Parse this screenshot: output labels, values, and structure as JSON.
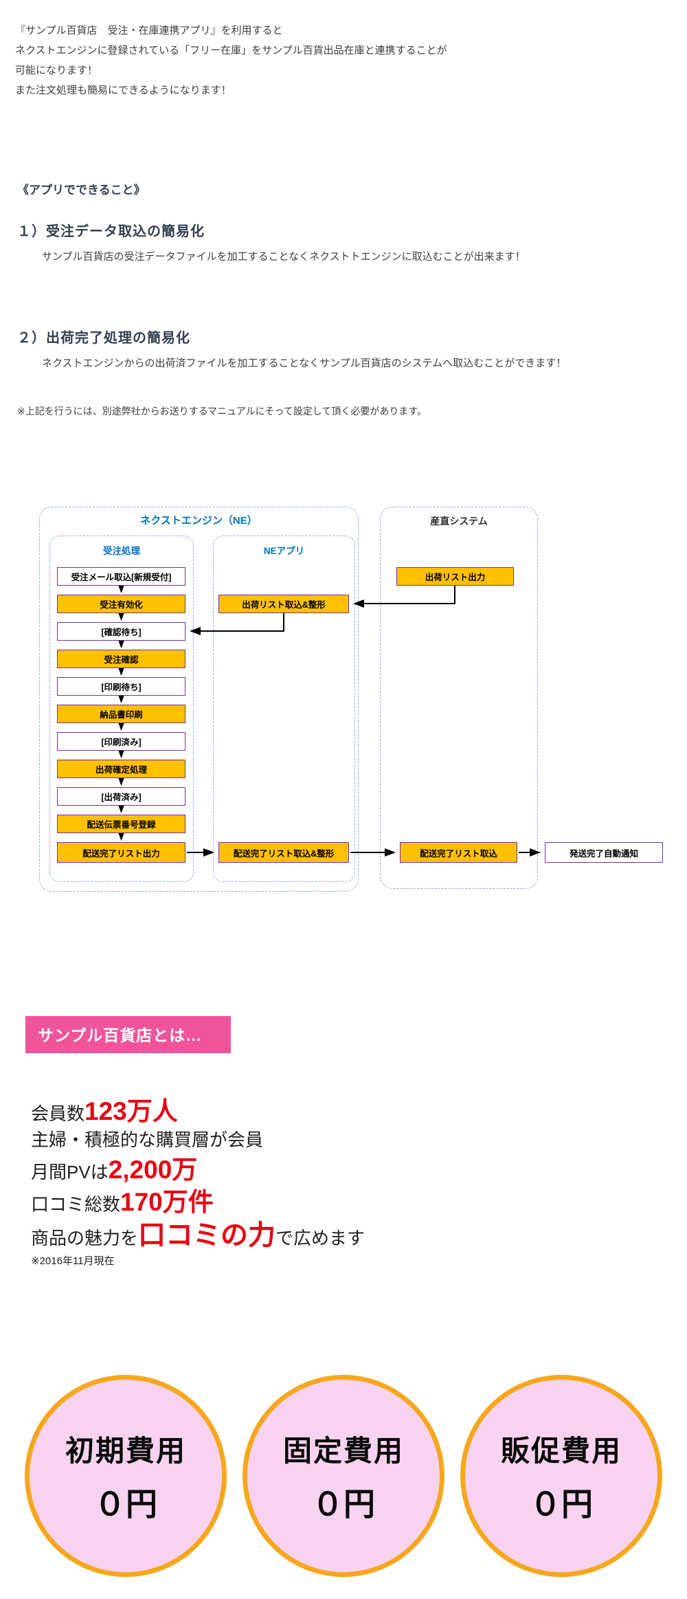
{
  "page": {
    "intro_lines": [
      "『サンプル百貨店　受注・在庫連携アプリ』を利用すると",
      "ネクストエンジンに登録されている「フリー在庫」をサンプル百貨出品在庫と連携することが",
      "可能になります！",
      "また注文処理も簡易にできるようになります！"
    ],
    "section_title": "《アプリでできること》",
    "features": [
      {
        "heading": "１）受注データ取込の簡易化",
        "body": "サンプル百貨店の受注データファイルを加工することなくネクストトエンジンに取込むことが出来ます！"
      },
      {
        "heading": "２）出荷完了処理の簡易化",
        "body": "ネクストエンジンからの出荷済ファイルを加工することなくサンプル百貨店のシステムへ取込むことができます！"
      }
    ],
    "note": "※上記を行うには、別途弊社からお送りするマニュアルにそって設定して頂く必要があります。"
  },
  "diagram": {
    "ne_title": "ネクストエンジン（NE）",
    "order_col_title": "受注処理",
    "app_col_title": "NEアプリ",
    "sanchoku_title": "産直システム",
    "order_flow": [
      {
        "label": "受注メール取込[新規受付]"
      },
      {
        "label": "受注有効化"
      },
      {
        "label": "[確認待ち]"
      },
      {
        "label": "受注確認"
      },
      {
        "label": "[印刷待ち]"
      },
      {
        "label": "納品書印刷"
      },
      {
        "label": "[印刷済み]"
      },
      {
        "label": "出荷確定処理"
      },
      {
        "label": "[出荷済み]"
      },
      {
        "label": "配送伝票番号登録"
      },
      {
        "label": "配送完了リスト出力"
      }
    ],
    "app_boxes": [
      {
        "label": "出荷リスト取込&整形"
      },
      {
        "label": "配送完了リスト取込&整形"
      }
    ],
    "sanchoku_boxes": [
      {
        "label": "出荷リスト出力"
      },
      {
        "label": "配送完了リスト取込"
      }
    ],
    "outside_box": "発送完了自動通知"
  },
  "about": {
    "badge": "サンプル百貨店とは…",
    "stats": [
      {
        "prefix": "会員数",
        "highlight": "123万人",
        "suffix": ""
      },
      {
        "prefix": "主婦・積極的な購買層が会員",
        "highlight": "",
        "suffix": ""
      },
      {
        "prefix": "月間PVは",
        "highlight": "2,200万",
        "suffix": ""
      },
      {
        "prefix": "口コミ総数",
        "highlight": "170万件",
        "suffix": ""
      },
      {
        "prefix": "商品の魅力を",
        "highlight": "口コミの力",
        "suffix": "で広めます"
      }
    ],
    "note": "※2016年11月現在"
  },
  "pricing": [
    {
      "label": "初期費用",
      "value": "０円"
    },
    {
      "label": "固定費用",
      "value": "０円"
    },
    {
      "label": "販促費用",
      "value": "０円"
    }
  ],
  "colors": {
    "accent_pink": "#f0549b",
    "stat_red": "#e60012",
    "flow_orange": "#ffc000",
    "flow_border_purple": "#7030a0",
    "ne_blue": "#0070c0",
    "dashed_blue": "#8faadc",
    "dashed_purple": "#b696c9",
    "circle_fill": "#f8d3f0",
    "circle_border": "#f5a71d"
  }
}
